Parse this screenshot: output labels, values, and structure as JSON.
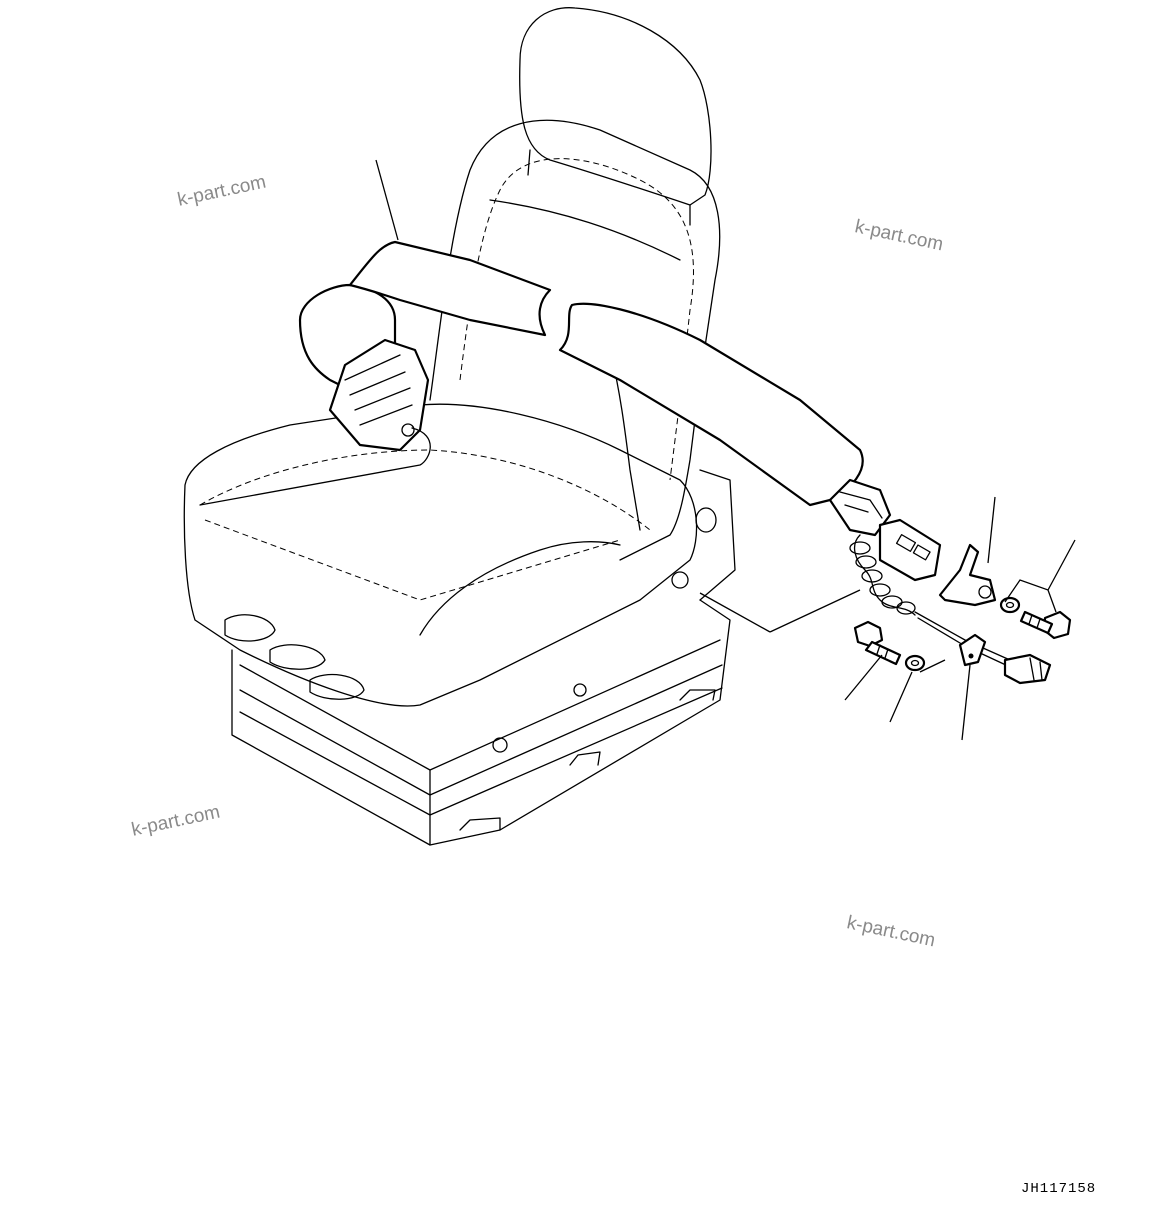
{
  "watermarks": [
    "k-part.com",
    "k-part.com",
    "k-part.com",
    "k-part.com"
  ],
  "drawing_id": "JH117158",
  "icons": [
    "seat-illustration",
    "seat-belt-illustration",
    "bolt-icon",
    "washer-icon",
    "bracket-icon",
    "connector-icon"
  ]
}
